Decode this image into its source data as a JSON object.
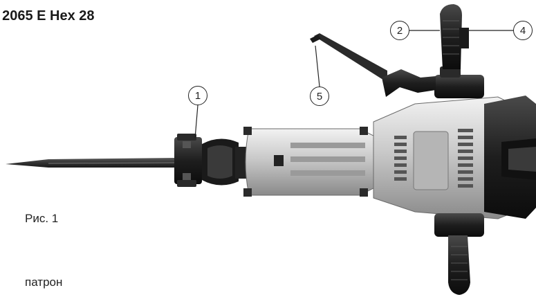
{
  "document": {
    "title": "I 2065 E Hex 28",
    "figure_label": "Рис. 1",
    "caption": "патрон"
  },
  "callouts": {
    "c1": "1",
    "c2": "2",
    "c4": "4",
    "c5": "5"
  }
}
